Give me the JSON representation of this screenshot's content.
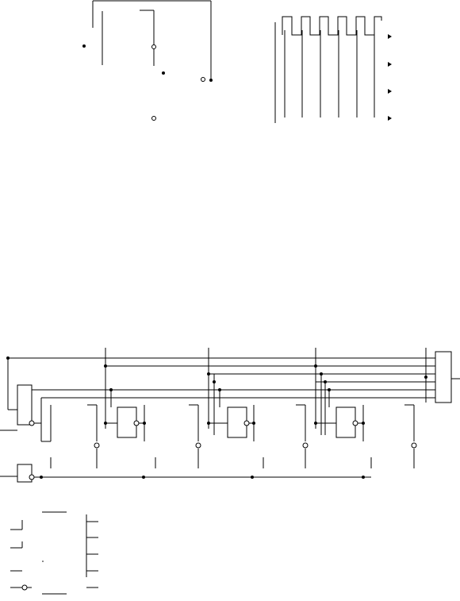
{
  "diagram": {
    "kind": "logic schematic",
    "line_color": "#000000",
    "background": "#ffffff",
    "sections": [
      "top-left-switch-fragment",
      "top-right-pulse-bank",
      "main-register-chain",
      "bottom-left-legend-fragment"
    ],
    "pulse_bank": {
      "pulse_count": 6,
      "output_arrows": 4
    },
    "register_chain": {
      "stages": 4,
      "bus_lines": 6
    }
  }
}
